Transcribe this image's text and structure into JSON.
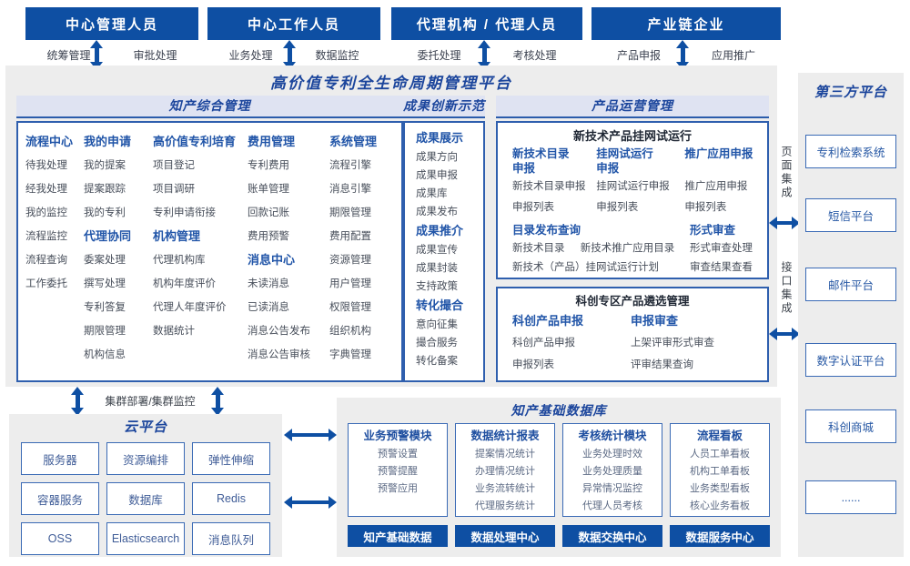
{
  "accent": {
    "primary_blue": "#0e4fa3",
    "header_blue": "#2155a8",
    "panel_gray": "#ededed",
    "strip_lavender": "#dfe3f2",
    "item_gray": "#474e5a"
  },
  "top_groups": [
    {
      "title": "中心管理人员",
      "left": "统筹管理",
      "right": "审批处理"
    },
    {
      "title": "中心工作人员",
      "left": "业务处理",
      "right": "数据监控"
    },
    {
      "title": "代理机构 / 代理人员",
      "left": "委托处理",
      "right": "考核处理"
    },
    {
      "title": "产业链企业",
      "left": "产品申报",
      "right": "应用推广"
    }
  ],
  "platform_title": "高价值专利全生命周期管理平台",
  "ip": {
    "title": "知产综合管理",
    "cols": [
      {
        "groups": [
          {
            "h": "流程中心",
            "items": [
              "待我处理",
              "经我处理",
              "我的监控",
              "流程监控",
              "流程查询",
              "工作委托"
            ]
          }
        ]
      },
      {
        "groups": [
          {
            "h": "我的申请",
            "items": [
              "我的提案",
              "提案跟踪",
              "我的专利"
            ]
          },
          {
            "h": "代理协同",
            "items": [
              "委案处理",
              "撰写处理",
              "专利答复",
              "期限管理",
              "机构信息"
            ]
          }
        ]
      },
      {
        "groups": [
          {
            "h": "高价值专利培育",
            "items": [
              "项目登记",
              "项目调研",
              "专利申请衔接"
            ]
          },
          {
            "h": "机构管理",
            "items": [
              "代理机构库",
              "机构年度评价",
              "代理人年度评价",
              "数据统计"
            ]
          }
        ]
      },
      {
        "groups": [
          {
            "h": "费用管理",
            "items": [
              "专利费用",
              "账单管理",
              "回款记账",
              "费用预警"
            ]
          },
          {
            "h": "消息中心",
            "items": [
              "未读消息",
              "已读消息",
              "消息公告发布",
              "消息公告审核"
            ]
          }
        ]
      },
      {
        "groups": [
          {
            "h": "系统管理",
            "items": [
              "流程引擎",
              "消息引擎",
              "期限管理",
              "费用配置",
              "资源管理",
              "用户管理",
              "权限管理",
              "组织机构",
              "字典管理"
            ]
          }
        ]
      }
    ]
  },
  "achievement": {
    "title": "成果创新示范",
    "groups": [
      {
        "h": "成果展示",
        "items": [
          "成果方向",
          "成果申报",
          "成果库",
          "成果发布"
        ]
      },
      {
        "h": "成果推介",
        "items": [
          "成果宣传",
          "成果封装",
          "支持政策"
        ]
      },
      {
        "h": "转化撮合",
        "items": [
          "意向征集",
          "撮合服务",
          "转化备案"
        ]
      }
    ]
  },
  "product": {
    "title": "产品运营管理",
    "trial": {
      "title": "新技术产品挂网试运行",
      "cols": [
        {
          "h": "新技术目录申报",
          "items": [
            "新技术目录申报",
            "申报列表"
          ]
        },
        {
          "h": "挂网试运行申报",
          "items": [
            "挂网试运行申报",
            "申报列表"
          ]
        },
        {
          "h": "推广应用申报",
          "items": [
            "推广应用申报",
            "申报列表"
          ]
        }
      ],
      "catalog": {
        "h": "目录发布查询",
        "row1a": "新技术目录",
        "row1b": "新技术推广应用目录",
        "row2": "新技术（产品）挂网试运行计划"
      },
      "review": {
        "h": "形式审查",
        "items": [
          "形式审查处理",
          "审查结果查看"
        ]
      }
    },
    "selection": {
      "title": "科创专区产品遴选管理",
      "cols": [
        {
          "h": "科创产品申报",
          "items": [
            "科创产品申报",
            "申报列表"
          ]
        },
        {
          "h": "申报审查",
          "items": [
            "上架评审形式审查",
            "评审结果查询"
          ]
        }
      ]
    }
  },
  "cluster_label": "集群部署/集群监控",
  "cloud": {
    "title": "云平台",
    "items": [
      "服务器",
      "资源编排",
      "弹性伸缩",
      "容器服务",
      "数据库",
      "Redis",
      "OSS",
      "Elasticsearch",
      "消息队列"
    ]
  },
  "database": {
    "title": "知产基础数据库",
    "modules": [
      {
        "h": "业务预警模块",
        "items": [
          "预警设置",
          "预警提醒",
          "预警应用"
        ]
      },
      {
        "h": "数据统计报表",
        "items": [
          "提案情况统计",
          "办理情况统计",
          "业务流转统计",
          "代理服务统计"
        ]
      },
      {
        "h": "考核统计模块",
        "items": [
          "业务处理时效",
          "业务处理质量",
          "异常情况监控",
          "代理人员考核"
        ]
      },
      {
        "h": "流程看板",
        "items": [
          "人员工单看板",
          "机构工单看板",
          "业务类型看板",
          "核心业务看板"
        ]
      }
    ],
    "centers": [
      "知产基础数据",
      "数据处理中心",
      "数据交换中心",
      "数据服务中心"
    ]
  },
  "third_party": {
    "title": "第三方平台",
    "items": [
      "专利检索系统",
      "短信平台",
      "邮件平台",
      "数字认证平台",
      "科创商城",
      "......"
    ]
  },
  "integration": {
    "page": "页面集成",
    "api": "接口集成"
  }
}
